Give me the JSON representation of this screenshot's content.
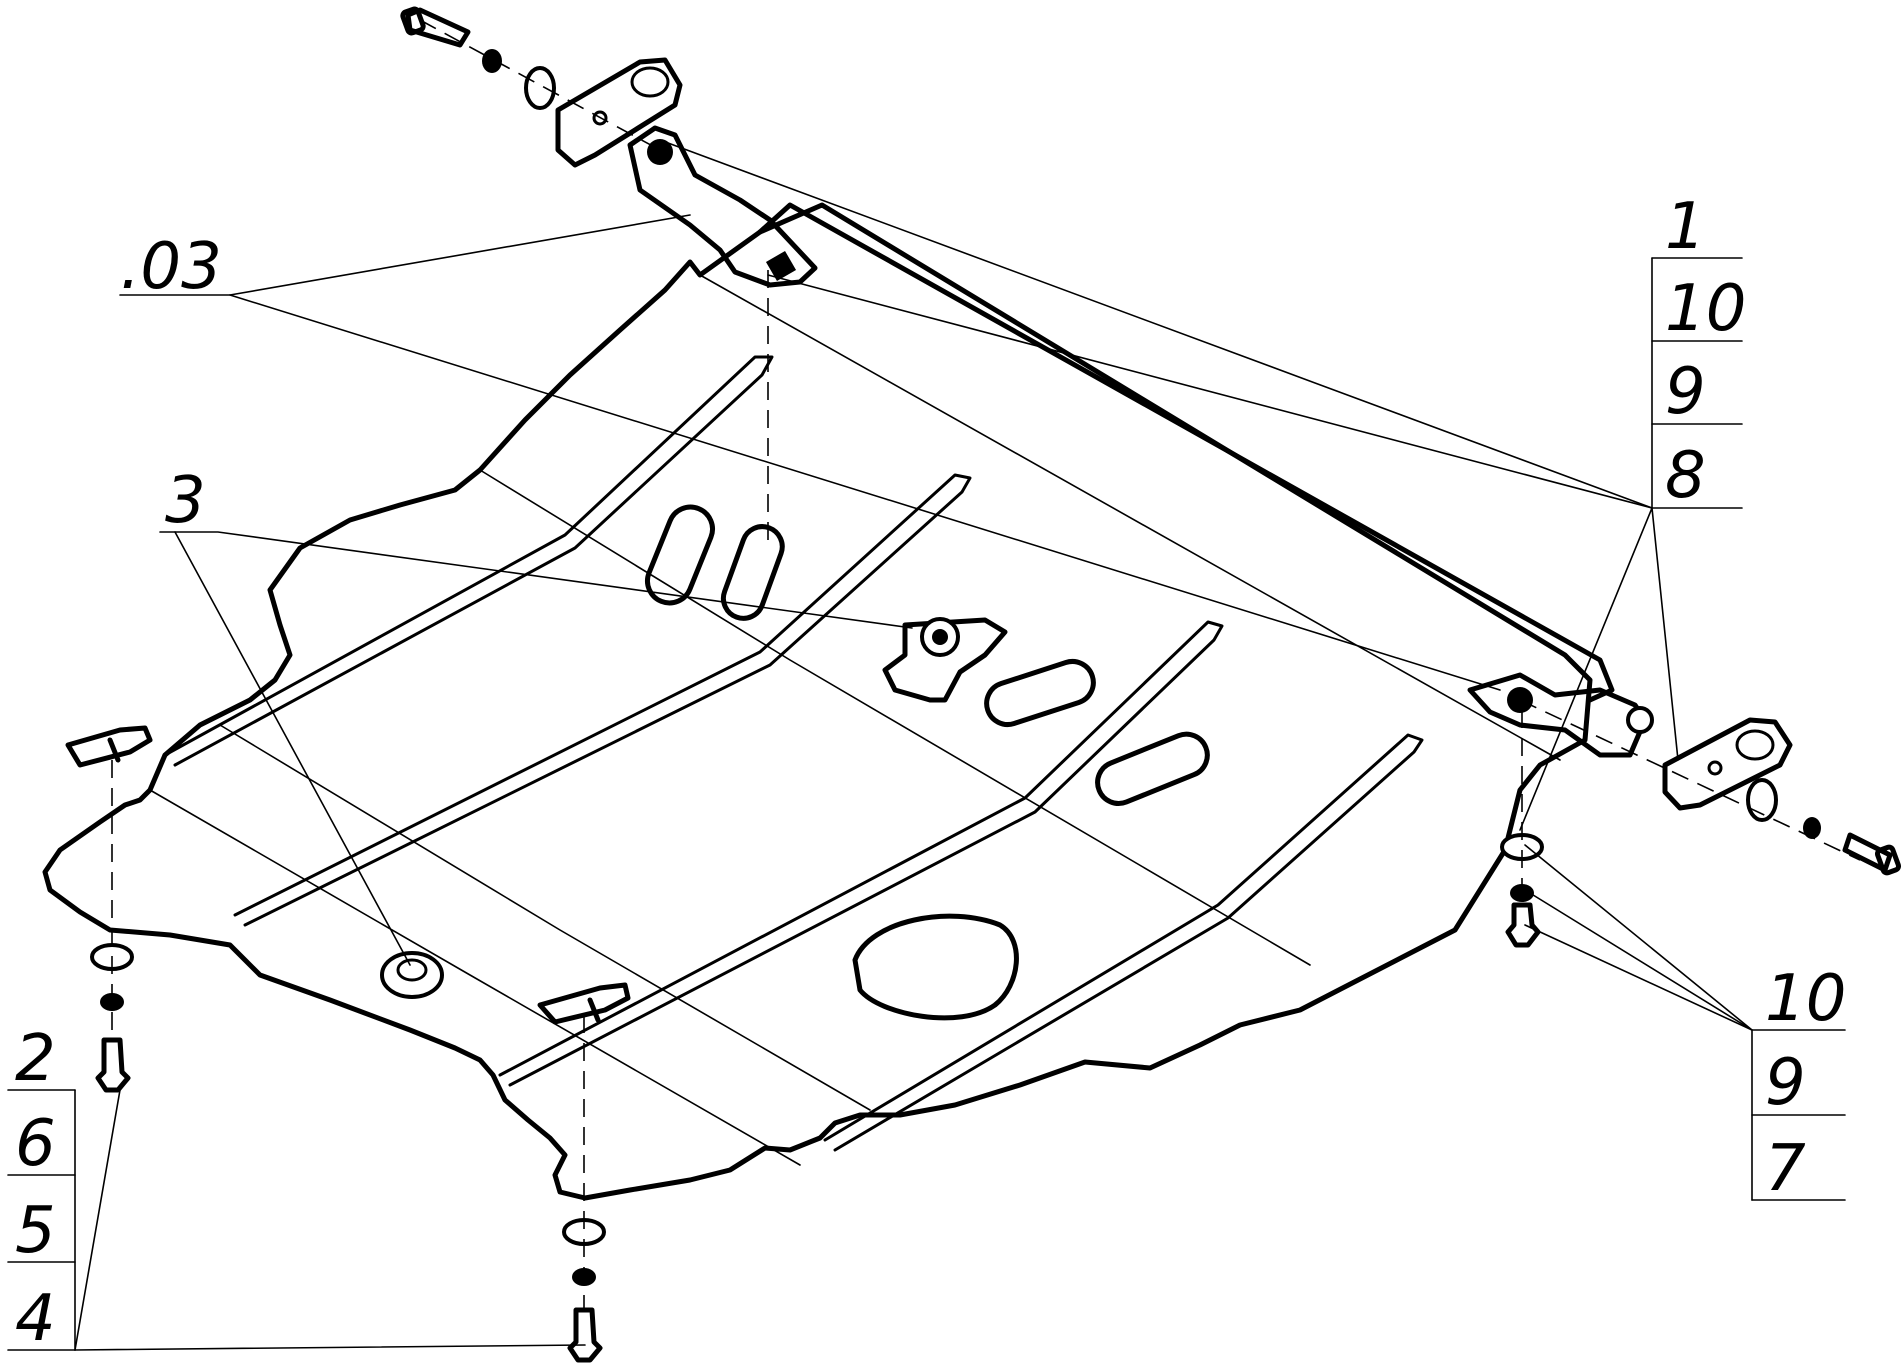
{
  "labels": {
    "part_03": ".03",
    "part_3": "3",
    "stack_top_right": [
      "1",
      "10",
      "9",
      "8"
    ],
    "stack_bottom_right": [
      "10",
      "9",
      "7"
    ],
    "stack_bottom_left": [
      "2",
      "6",
      "5",
      "4"
    ]
  },
  "colors": {
    "line": "#000000",
    "background": "#ffffff"
  }
}
